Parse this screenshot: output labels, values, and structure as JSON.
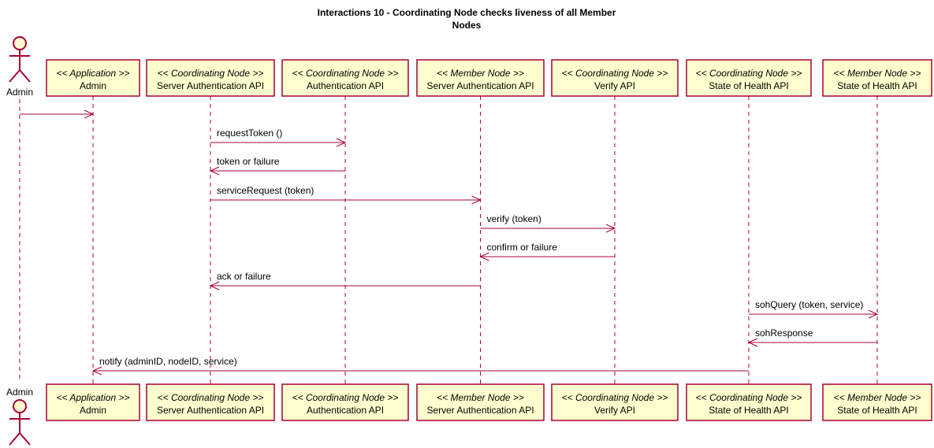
{
  "diagram": {
    "title_line1": "Interactions 10 - Coordinating Node checks liveness of all Member",
    "title_line2": "Nodes",
    "actor": {
      "name": "Admin"
    },
    "participants": [
      {
        "stereotype": "<< Application >>",
        "name": "Admin"
      },
      {
        "stereotype": "<< Coordinating Node >>",
        "name": "Server Authentication API"
      },
      {
        "stereotype": "<< Coordinating Node >>",
        "name": "Authentication API"
      },
      {
        "stereotype": "<< Member Node >>",
        "name": "Server Authentication API"
      },
      {
        "stereotype": "<< Coordinating Node >>",
        "name": "Verify API"
      },
      {
        "stereotype": "<< Coordinating Node >>",
        "name": "State of Health API"
      },
      {
        "stereotype": "<< Member Node >>",
        "name": "State of Health API"
      }
    ],
    "messages": [
      {
        "from": "actor",
        "to": 0,
        "label": ""
      },
      {
        "from": 1,
        "to": 2,
        "label": "requestToken ()"
      },
      {
        "from": 2,
        "to": 1,
        "label": "token or failure"
      },
      {
        "from": 1,
        "to": 3,
        "label": "serviceRequest (token)"
      },
      {
        "from": 3,
        "to": 4,
        "label": "verify (token)"
      },
      {
        "from": 4,
        "to": 3,
        "label": "confirm or failure"
      },
      {
        "from": 3,
        "to": 1,
        "label": "ack or failure"
      },
      {
        "from": 5,
        "to": 6,
        "label": "sohQuery (token, service)"
      },
      {
        "from": 6,
        "to": 5,
        "label": "sohResponse"
      },
      {
        "from": 5,
        "to": 0,
        "label": "notify (adminID, nodeID, service)"
      }
    ]
  }
}
